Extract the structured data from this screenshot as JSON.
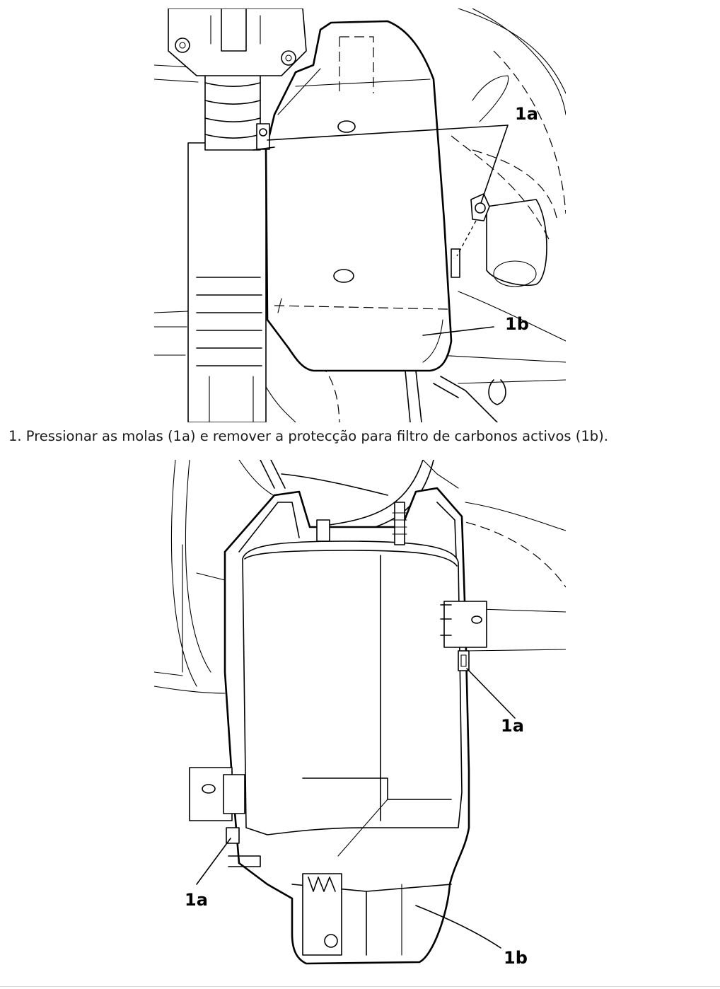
{
  "figure_1": {
    "callouts": {
      "top": "1a",
      "bottom": "1b"
    }
  },
  "caption": "1. Pressionar as molas (1a) e remover a protecção para filtro de carbonos activos (1b).",
  "figure_2": {
    "callouts": {
      "right": "1a",
      "left": "1a",
      "bottom": "1b"
    }
  }
}
